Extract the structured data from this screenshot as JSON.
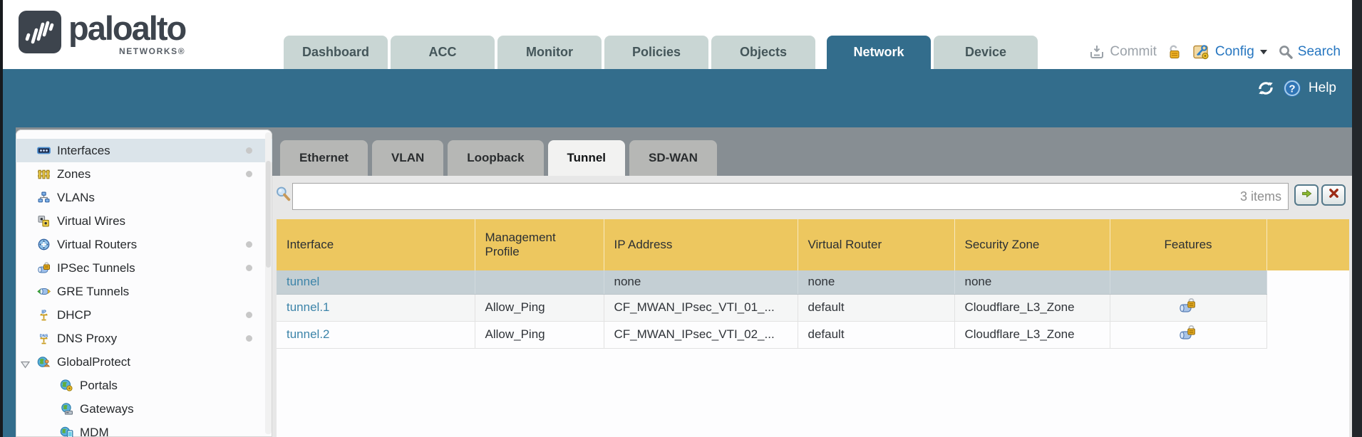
{
  "brand": {
    "name": "paloalto",
    "sub": "NETWORKS®"
  },
  "colors": {
    "teal": "#336d8c",
    "header_gold": "#edc75f",
    "link_blue": "#3c84a9",
    "tab_inactive": "#c9d6d4",
    "summary_row": "#c4cfd4"
  },
  "main_tabs": [
    {
      "label": "Dashboard",
      "active": false
    },
    {
      "label": "ACC",
      "active": false
    },
    {
      "label": "Monitor",
      "active": false
    },
    {
      "label": "Policies",
      "active": false
    },
    {
      "label": "Objects",
      "active": false
    },
    {
      "label": "Network",
      "active": true
    },
    {
      "label": "Device",
      "active": false
    }
  ],
  "utility": {
    "commit": "Commit",
    "config": "Config",
    "search": "Search"
  },
  "band": {
    "help": "Help"
  },
  "sidebar": {
    "items": [
      {
        "label": "Interfaces",
        "icon": "interfaces-icon",
        "dot": true,
        "selected": true,
        "level": 0,
        "expander": false
      },
      {
        "label": "Zones",
        "icon": "zones-icon",
        "dot": true,
        "selected": false,
        "level": 0,
        "expander": false
      },
      {
        "label": "VLANs",
        "icon": "vlans-icon",
        "dot": false,
        "selected": false,
        "level": 0,
        "expander": false
      },
      {
        "label": "Virtual Wires",
        "icon": "virtual-wires-icon",
        "dot": false,
        "selected": false,
        "level": 0,
        "expander": false
      },
      {
        "label": "Virtual Routers",
        "icon": "virtual-routers-icon",
        "dot": true,
        "selected": false,
        "level": 0,
        "expander": false
      },
      {
        "label": "IPSec Tunnels",
        "icon": "ipsec-tunnels-icon",
        "dot": true,
        "selected": false,
        "level": 0,
        "expander": false
      },
      {
        "label": "GRE Tunnels",
        "icon": "gre-tunnels-icon",
        "dot": false,
        "selected": false,
        "level": 0,
        "expander": false
      },
      {
        "label": "DHCP",
        "icon": "dhcp-icon",
        "dot": true,
        "selected": false,
        "level": 0,
        "expander": false
      },
      {
        "label": "DNS Proxy",
        "icon": "dns-proxy-icon",
        "dot": true,
        "selected": false,
        "level": 0,
        "expander": false
      },
      {
        "label": "GlobalProtect",
        "icon": "globalprotect-icon",
        "dot": false,
        "selected": false,
        "level": 0,
        "expander": true
      },
      {
        "label": "Portals",
        "icon": "portals-icon",
        "dot": false,
        "selected": false,
        "level": 1,
        "expander": false
      },
      {
        "label": "Gateways",
        "icon": "gateways-icon",
        "dot": false,
        "selected": false,
        "level": 1,
        "expander": false
      },
      {
        "label": "MDM",
        "icon": "mdm-icon",
        "dot": false,
        "selected": false,
        "level": 1,
        "expander": false
      }
    ]
  },
  "subtabs": [
    {
      "label": "Ethernet",
      "active": false
    },
    {
      "label": "VLAN",
      "active": false
    },
    {
      "label": "Loopback",
      "active": false
    },
    {
      "label": "Tunnel",
      "active": true
    },
    {
      "label": "SD-WAN",
      "active": false
    }
  ],
  "filter": {
    "count": "3 items",
    "value": ""
  },
  "table": {
    "columns": [
      {
        "label": "Interface",
        "key": "interface"
      },
      {
        "label": "Management Profile",
        "key": "management_profile"
      },
      {
        "label": "IP Address",
        "key": "ip_address"
      },
      {
        "label": "Virtual Router",
        "key": "virtual_router"
      },
      {
        "label": "Security Zone",
        "key": "security_zone"
      },
      {
        "label": "Features",
        "key": "features"
      }
    ],
    "rows": [
      {
        "interface": "tunnel",
        "management_profile": "",
        "ip_address": "none",
        "virtual_router": "none",
        "security_zone": "none",
        "features": "",
        "summary": true
      },
      {
        "interface": "tunnel.1",
        "management_profile": "Allow_Ping",
        "ip_address": "CF_MWAN_IPsec_VTI_01_...",
        "virtual_router": "default",
        "security_zone": "Cloudflare_L3_Zone",
        "features": "tunnel-lock-icon",
        "summary": false
      },
      {
        "interface": "tunnel.2",
        "management_profile": "Allow_Ping",
        "ip_address": "CF_MWAN_IPsec_VTI_02_...",
        "virtual_router": "default",
        "security_zone": "Cloudflare_L3_Zone",
        "features": "tunnel-lock-icon",
        "summary": false
      }
    ]
  }
}
